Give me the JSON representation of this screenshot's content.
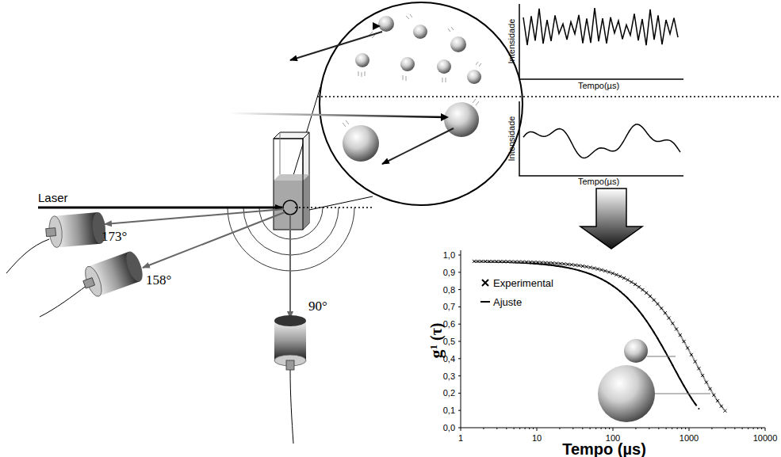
{
  "diagram": {
    "labels": [
      "Intensidade",
      "Tempo(µs)",
      "Intensidade",
      "Tempo(µs)",
      "Laser",
      "173°",
      "158°",
      "90°",
      "1,0",
      "0,9",
      "0,8",
      "0,7",
      "0,6",
      "0,5",
      "0,4",
      "0,3",
      "0,2",
      "0,1",
      "0,0",
      "1",
      "10",
      "100",
      "1000",
      "10000",
      "g",
      "1",
      "(τ)",
      "Tempo (µs)"
    ],
    "legend": [
      {
        "text": "Experimental"
      },
      {
        "text": "Ajuste"
      }
    ]
  }
}
